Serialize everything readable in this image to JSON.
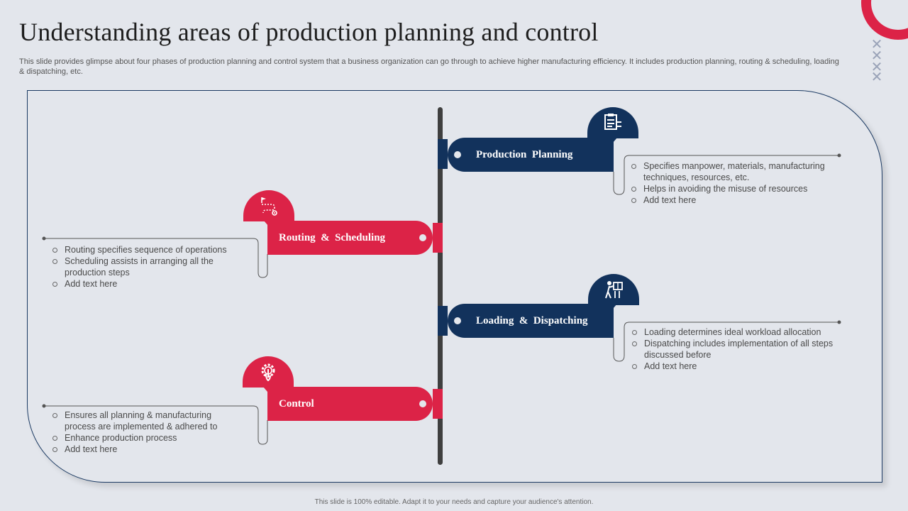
{
  "title": "Understanding areas of production planning and control",
  "subtitle": "This slide provides glimpse about four phases of production planning and control system that a business organization can go through to achieve higher manufacturing efficiency. It includes production planning, routing & scheduling, loading & dispatching, etc.",
  "footer": "This slide is 100% editable. Adapt it to your needs and capture your audience's attention.",
  "colors": {
    "navy": "#12325c",
    "red": "#dc2347",
    "background": "#e3e6ec"
  },
  "phases": [
    {
      "label": "Production  Planning",
      "icon": "checklist-icon",
      "color": "navy",
      "bullets": [
        "Specifies manpower,  materials,  manufacturing  techniques,  resources,  etc.",
        "Helps  in avoiding  the misuse of resources",
        "Add text here"
      ]
    },
    {
      "label": "Routing  &  Scheduling",
      "icon": "route-icon",
      "color": "red",
      "bullets": [
        "Routing  specifies  sequence  of  operations",
        "Scheduling  assists  in arranging  all the production steps",
        "Add text here"
      ]
    },
    {
      "label": "Loading  &  Dispatching",
      "icon": "worker-loading-icon",
      "color": "navy",
      "bullets": [
        "Loading  determines  ideal  workload  allocation",
        "Dispatching includes implementation  of all steps discussed before",
        "Add text here"
      ]
    },
    {
      "label": "Control",
      "icon": "gear-hand-icon",
      "color": "red",
      "bullets": [
        "Ensures  all planning  &  manufacturing  process  are  implemented  &  adhered  to",
        "Enhance  production  process",
        "Add text here"
      ]
    }
  ]
}
